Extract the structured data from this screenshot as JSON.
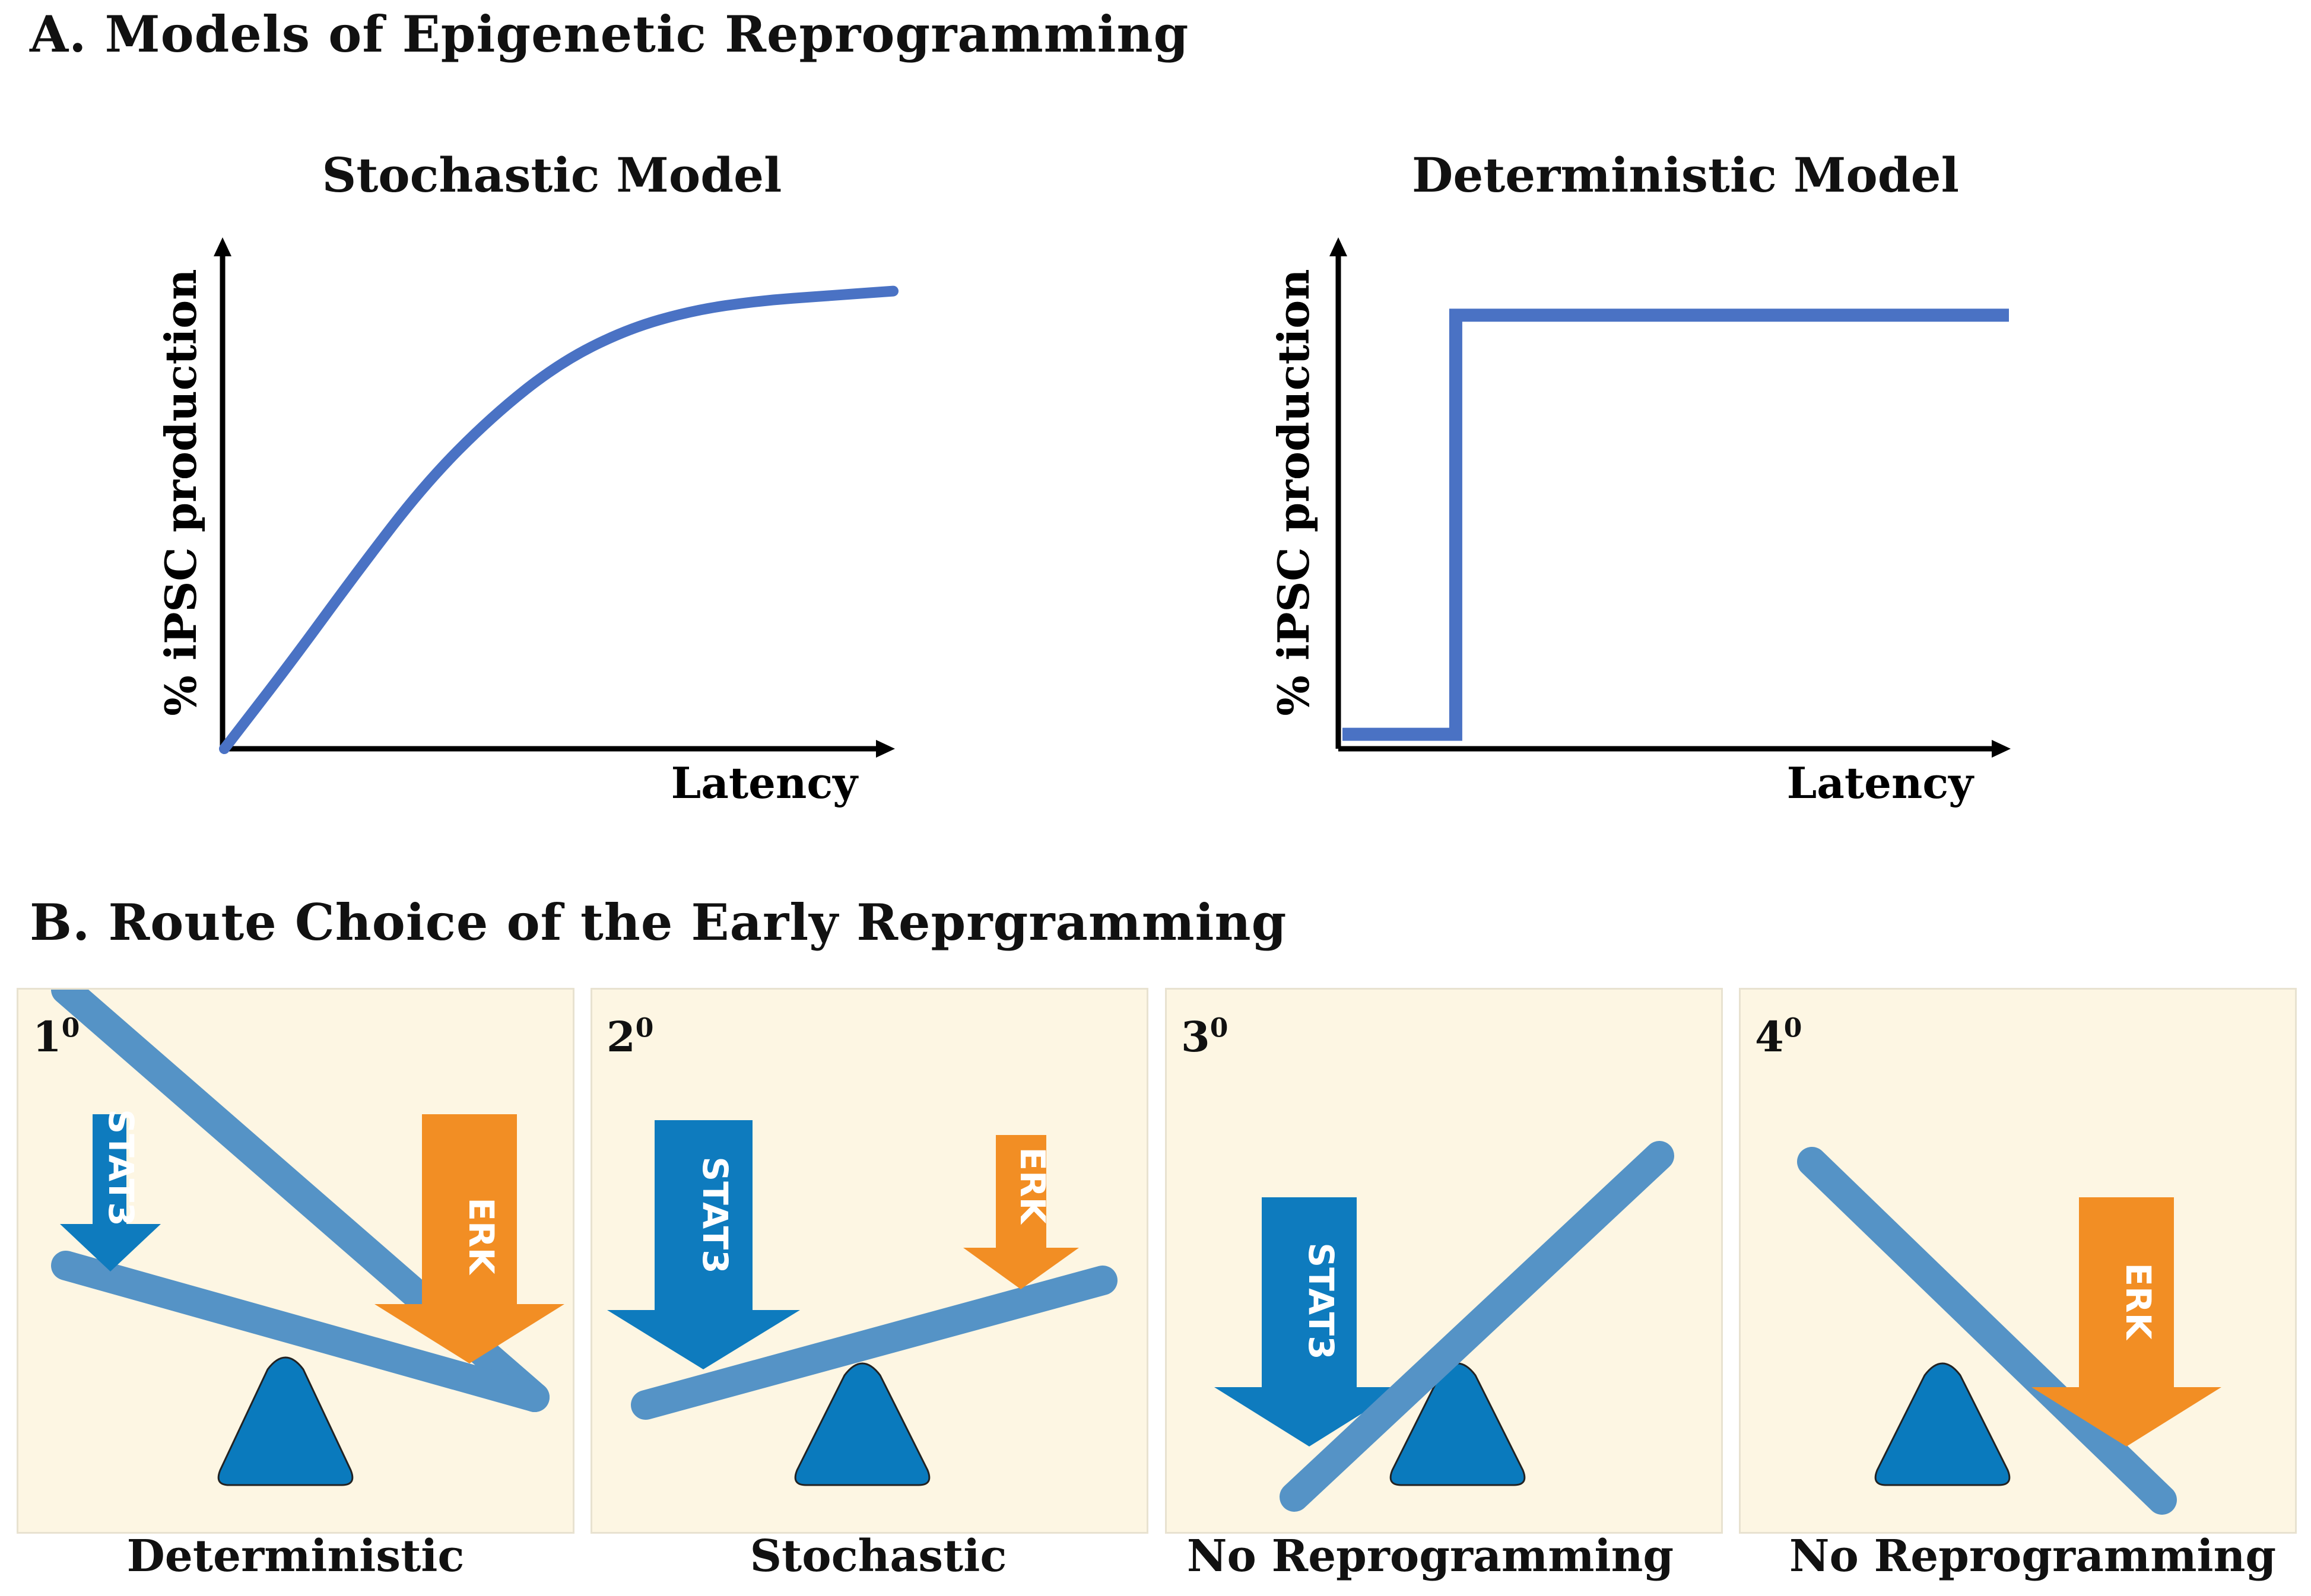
{
  "section_a": {
    "title": "A. Models of Epigenetic Reprogramming"
  },
  "section_b": {
    "title": "B. Route Choice of the Early Reprgramming"
  },
  "colors": {
    "curve": "#4a72c4",
    "seesaw_bar": "#5593c6",
    "fulcrum": "#0a7abd",
    "stat3": "#0e7bbe",
    "erk": "#f28e24",
    "panel_bg": "#fdf6e3"
  },
  "chart_data": [
    {
      "type": "line",
      "title": "Stochastic Model",
      "xlabel": "Latency",
      "ylabel": "% iPSC production",
      "shape": "saturating curve rising from origin",
      "x": [
        0,
        0.1,
        0.2,
        0.3,
        0.4,
        0.5,
        0.6,
        0.7,
        0.8,
        0.9,
        1.0
      ],
      "y": [
        0,
        0.18,
        0.37,
        0.55,
        0.69,
        0.8,
        0.87,
        0.91,
        0.93,
        0.94,
        0.95
      ]
    },
    {
      "type": "line",
      "title": "Deterministic Model",
      "xlabel": "Latency",
      "ylabel": "% iPSC production",
      "shape": "step function",
      "x": [
        0,
        0.17,
        0.17,
        1.0
      ],
      "y": [
        0.03,
        0.03,
        0.9,
        0.9
      ]
    }
  ],
  "panels": [
    {
      "num": "1",
      "sup": "0",
      "caption": "Deterministic",
      "stat3_label": "STAT3",
      "erk_label": "ERK"
    },
    {
      "num": "2",
      "sup": "0",
      "caption": "Stochastic",
      "stat3_label": "STAT3",
      "erk_label": "ERK"
    },
    {
      "num": "3",
      "sup": "0",
      "caption": "No Reprogramming",
      "stat3_label": "STAT3"
    },
    {
      "num": "4",
      "sup": "0",
      "caption": "No Reprogramming",
      "erk_label": "ERK"
    }
  ]
}
